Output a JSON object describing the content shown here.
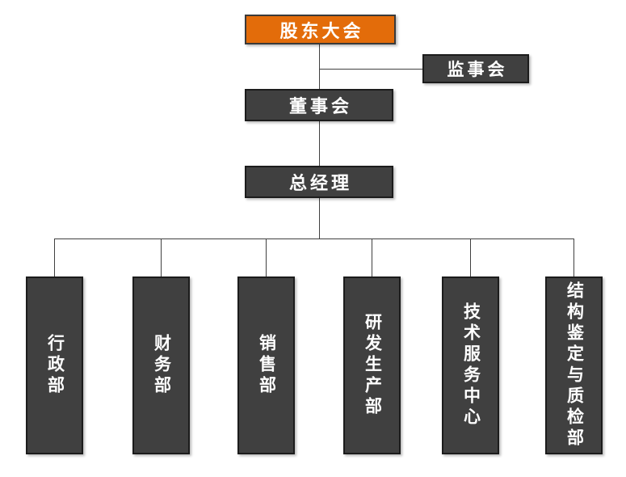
{
  "diagram": {
    "type": "org-chart",
    "accent_color": "#E36C0A",
    "node_color": "#404040",
    "text_color": "#FFFFFF",
    "line_color": "#404040",
    "background_color": "#FFFFFF"
  },
  "nodes": {
    "shareholders": {
      "label": "股东大会"
    },
    "supervisory": {
      "label": "监事会"
    },
    "board": {
      "label": "董事会"
    },
    "gm": {
      "label": "总经理"
    },
    "departments": [
      {
        "label": "行政部"
      },
      {
        "label": "财务部"
      },
      {
        "label": "销售部"
      },
      {
        "label": "研发生产部"
      },
      {
        "label": "技术服务中心"
      },
      {
        "label": "结构鉴定与质检部"
      }
    ]
  },
  "edges": [
    {
      "from": "股东大会",
      "to": "监事会"
    },
    {
      "from": "股东大会",
      "to": "董事会"
    },
    {
      "from": "董事会",
      "to": "总经理"
    },
    {
      "from": "总经理",
      "to": "行政部"
    },
    {
      "from": "总经理",
      "to": "财务部"
    },
    {
      "from": "总经理",
      "to": "销售部"
    },
    {
      "from": "总经理",
      "to": "研发生产部"
    },
    {
      "from": "总经理",
      "to": "技术服务中心"
    },
    {
      "from": "总经理",
      "to": "结构鉴定与质检部"
    }
  ]
}
